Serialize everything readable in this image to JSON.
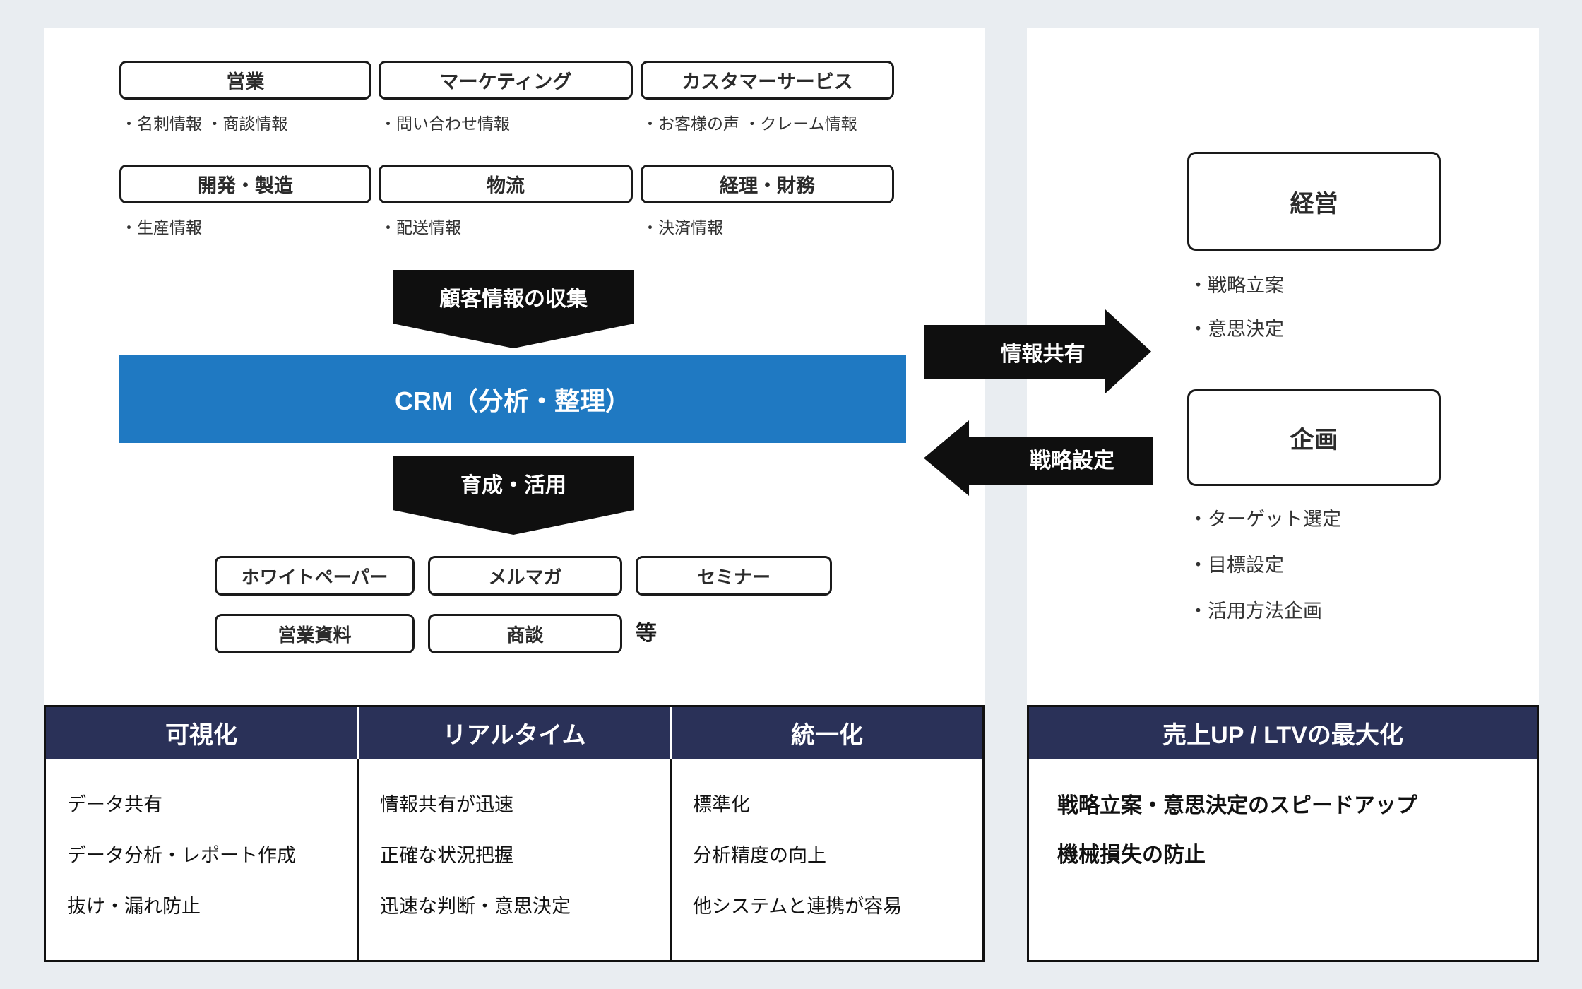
{
  "colors": {
    "page_bg": "#e9edf1",
    "panel_bg": "#ffffff",
    "accent_blue": "#1f79c2",
    "header_navy": "#2a3158",
    "arrow_black": "#0f0f0f",
    "border_black": "#1a1a1a"
  },
  "left_panel": {
    "departments": [
      {
        "label": "営業",
        "info": "・名刺情報 ・商談情報"
      },
      {
        "label": "マーケティング",
        "info": "・問い合わせ情報"
      },
      {
        "label": "カスタマーサービス",
        "info": "・お客様の声 ・クレーム情報"
      },
      {
        "label": "開発・製造",
        "info": "・生産情報"
      },
      {
        "label": "物流",
        "info": "・配送情報"
      },
      {
        "label": "経理・財務",
        "info": "・決済情報"
      }
    ],
    "collect_arrow": "顧客情報の収集",
    "crm_bar": "CRM（分析・整理）",
    "nurture_arrow": "育成・活用",
    "outputs": [
      "ホワイトペーパー",
      "メルマガ",
      "セミナー",
      "営業資料",
      "商談"
    ],
    "outputs_etc": "等"
  },
  "flow_arrows": {
    "share": "情報共有",
    "strategy": "戦略設定"
  },
  "right_panel": {
    "management": {
      "label": "経営",
      "bullets": [
        "・戦略立案",
        "・意思決定"
      ]
    },
    "planning": {
      "label": "企画",
      "bullets": [
        "・ターゲット選定",
        "・目標設定",
        "・活用方法企画"
      ]
    }
  },
  "benefits_table": {
    "columns": [
      {
        "header": "可視化",
        "items": [
          "データ共有",
          "データ分析・レポート作成",
          "抜け・漏れ防止"
        ]
      },
      {
        "header": "リアルタイム",
        "items": [
          "情報共有が迅速",
          "正確な状況把握",
          "迅速な判断・意思決定"
        ]
      },
      {
        "header": "統一化",
        "items": [
          "標準化",
          "分析精度の向上",
          "他システムと連携が容易"
        ]
      }
    ]
  },
  "result_table": {
    "header": "売上UP / LTVの最大化",
    "items": [
      "戦略立案・意思決定のスピードアップ",
      "機械損失の防止"
    ]
  }
}
